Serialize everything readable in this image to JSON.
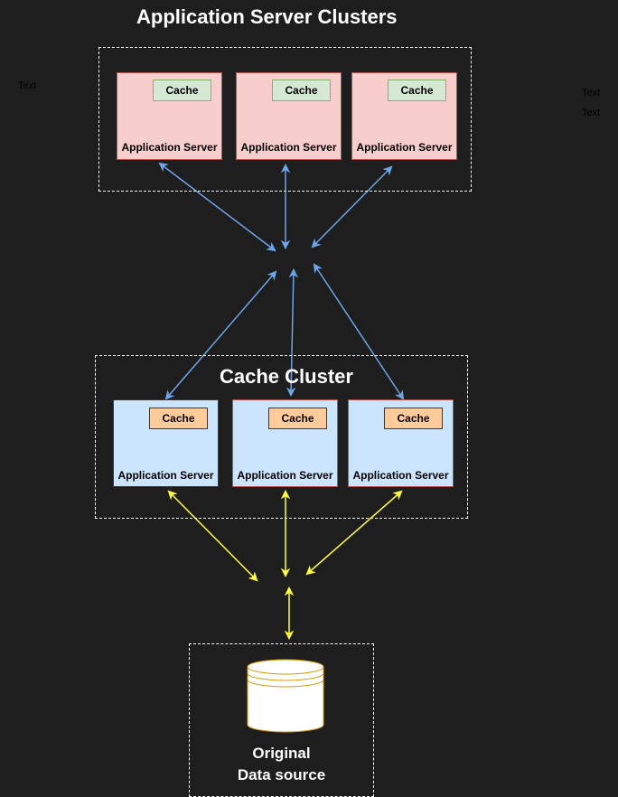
{
  "titles": {
    "app_clusters": "Application Server Clusters",
    "cache_cluster": "Cache Cluster"
  },
  "app_cluster": {
    "servers": [
      {
        "label": "Application Server",
        "cache": "Cache"
      },
      {
        "label": "Application Server",
        "cache": "Cache"
      },
      {
        "label": "Application Server",
        "cache": "Cache"
      }
    ]
  },
  "cache_cluster": {
    "servers": [
      {
        "label": "Application Server",
        "cache": "Cache"
      },
      {
        "label": "Application Server",
        "cache": "Cache"
      },
      {
        "label": "Application Server",
        "cache": "Cache"
      }
    ]
  },
  "data_source": {
    "line1": "Original",
    "line2": "Data source"
  },
  "free_texts": [
    "Text",
    "Text",
    "Text"
  ],
  "colors": {
    "background": "#1e1e1e",
    "app_server_fill": "#f8cecc",
    "app_cache_fill": "#d5e8d4",
    "cache_server_fill": "#cce5ff",
    "cache_box_fill": "#ffcc99",
    "top_arrows": "#6aa6e8",
    "bottom_arrows": "#ffff33",
    "database": "#ffffff",
    "database_stroke": "#d79b00"
  }
}
